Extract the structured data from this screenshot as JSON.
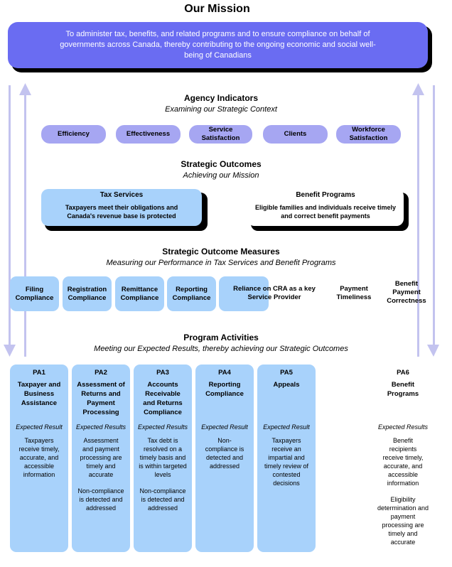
{
  "mission": {
    "title": "Our Mission",
    "text": "To administer tax, benefits, and related programs and to ensure compliance on behalf of governments across Canada, thereby contributing to the ongoing economic and social well-being of Canadians"
  },
  "indicators": {
    "title": "Agency Indicators",
    "subtitle": "Examining our Strategic Context",
    "items": [
      "Efficiency",
      "Effectiveness",
      "Service Satisfaction",
      "Clients",
      "Workforce Satisfaction"
    ]
  },
  "outcomes": {
    "title": "Strategic Outcomes",
    "subtitle": "Achieving our Mission",
    "tax": {
      "title": "Tax Services",
      "text": "Taxpayers meet their obligations and Canada's revenue base is protected"
    },
    "benefit": {
      "title": "Benefit Programs",
      "text": "Eligible families and individuals receive timely and correct benefit payments"
    }
  },
  "measures": {
    "title": "Strategic Outcome Measures",
    "subtitle": "Measuring our Performance in Tax Services and Benefit Programs",
    "items": [
      "Filing Compliance",
      "Registration Compliance",
      "Remittance Compliance",
      "Reporting Compliance",
      "Reliance on CRA as a key Service Provider",
      "Payment Timeliness",
      "Benefit Payment Correctness"
    ]
  },
  "activities": {
    "title": "Program Activities",
    "subtitle": "Meeting our Expected Results, thereby achieving our Strategic Outcomes",
    "items": [
      {
        "code": "PA1",
        "name": "Taxpayer and Business Assistance",
        "er_label": "Expected Result",
        "result": "Taxpayers receive timely, accurate, and accessible information",
        "result2": ""
      },
      {
        "code": "PA2",
        "name": "Assessment of Returns and Payment Processing",
        "er_label": "Expected Results",
        "result": "Assessment and payment processing are timely and accurate",
        "result2": "Non-compliance is detected and addressed"
      },
      {
        "code": "PA3",
        "name": "Accounts Receivable and Returns Compliance",
        "er_label": "Expected Results",
        "result": "Tax debt is resolved on a timely basis and is within targeted levels",
        "result2": "Non-compliance is detected and addressed"
      },
      {
        "code": "PA4",
        "name": "Reporting Compliance",
        "er_label": "Expected Result",
        "result": "Non-compliance is detected and addressed",
        "result2": ""
      },
      {
        "code": "PA5",
        "name": "Appeals",
        "er_label": "Expected Result",
        "result": "Taxpayers receive an impartial and timely review of contested decisions",
        "result2": ""
      },
      {
        "code": "PA6",
        "name": "Benefit Programs",
        "er_label": "Expected Results",
        "result": "Benefit recipients receive timely, accurate, and accessible information",
        "result2": "Eligibility determination and payment processing are timely and accurate"
      }
    ]
  },
  "colors": {
    "mission": "#6a6cf2",
    "pill": "#a6a6f2",
    "box": "#a8d2fb",
    "arrow": "#c3c3ef"
  }
}
